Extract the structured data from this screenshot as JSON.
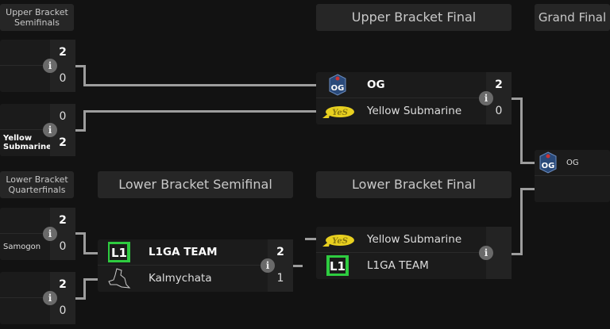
{
  "headers": {
    "ub_semis": "Upper Bracket Semifinals",
    "ub_final": "Upper Bracket Final",
    "grand_final": "Grand Final",
    "lb_quarters": "Lower Bracket Quarterfinals",
    "lb_semi": "Lower Bracket Semifinal",
    "lb_final": "Lower Bracket Final"
  },
  "info_label": "i",
  "ub_semi_1": {
    "team1": "",
    "team2": "",
    "score1": "2",
    "score2": "0"
  },
  "ub_semi_2": {
    "team1": "",
    "team2": "Yellow Submarine",
    "score1": "0",
    "score2": "2"
  },
  "ub_final": {
    "team1": "OG",
    "team2": "Yellow Submarine",
    "score1": "2",
    "score2": "0"
  },
  "grand_final": {
    "team1": "OG",
    "team2": ""
  },
  "lb_quarter_1": {
    "team1": "",
    "team2": "Samogon",
    "score1": "2",
    "score2": "0"
  },
  "lb_quarter_2": {
    "team1": "",
    "team2": "",
    "score1": "2",
    "score2": "0"
  },
  "lb_semi": {
    "team1": "L1GA TEAM",
    "team2": "Kalmychata",
    "score1": "2",
    "score2": "1"
  },
  "lb_final": {
    "team1": "Yellow Submarine",
    "team2": "L1GA TEAM",
    "score1": "",
    "score2": ""
  },
  "colors": {
    "background": "#121212",
    "header": "#262626",
    "connector": "#9d9d9d",
    "l1ga_green": "#2ecc40",
    "ys_yellow": "#e8d020",
    "og_blue": "#2a4a7a"
  }
}
